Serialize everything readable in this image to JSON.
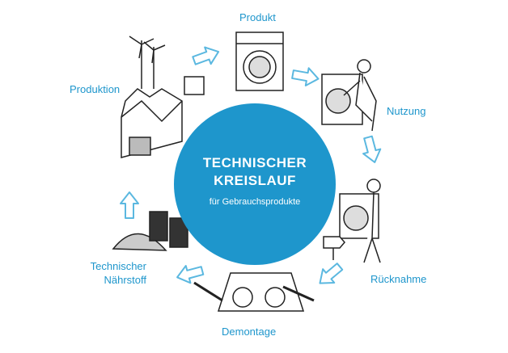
{
  "center": {
    "title_line1": "TECHNISCHER",
    "title_line2": "KREISLAUF",
    "subtitle": "für Gebrauchsprodukte",
    "color": "#1e96cc"
  },
  "stages": {
    "produkt": "Produkt",
    "nutzung": "Nutzung",
    "ruecknahme": "Rücknahme",
    "demontage": "Demontage",
    "naehrstoff_line1": "Technischer",
    "naehrstoff_line2": "Nährstoff",
    "produktion": "Produktion"
  },
  "arrow_color": "#5bb8e0"
}
